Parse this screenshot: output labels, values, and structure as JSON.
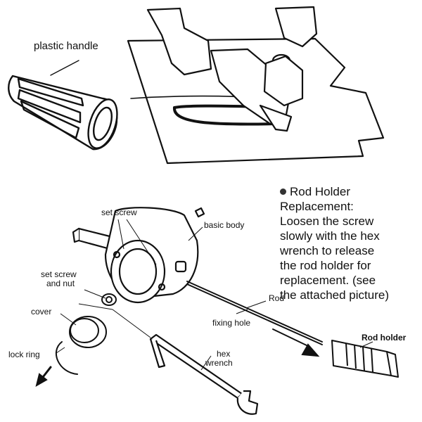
{
  "labels": {
    "plastic_handle": "plastic handle",
    "set_screw": "set screw",
    "basic_body": "basic body",
    "set_screw_and_nut": [
      "set screw",
      "and nut"
    ],
    "cover": "cover",
    "lock_ring": "lock ring",
    "rod": "Rod",
    "fixing_hole": "fixing hole",
    "hex_wrench": [
      "hex",
      "wrench"
    ],
    "rod_holder": "Rod holder"
  },
  "note": {
    "lines": [
      "Rod Holder",
      "Replacement:",
      "Loosen the screw",
      "slowly with the hex",
      "wrench to release",
      "the rod  holder for",
      "replacement. (see",
      "the attached picture)"
    ]
  }
}
